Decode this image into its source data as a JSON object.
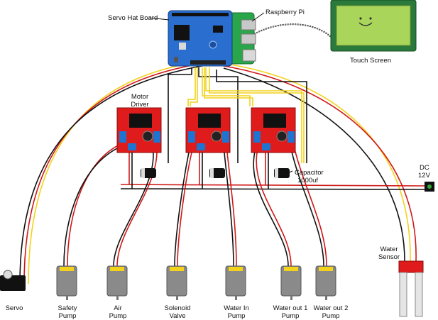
{
  "labels": {
    "servo_hat": "Servo Hat Board",
    "raspberry_pi": "Raspberry Pi",
    "touch_screen": "Touch Screen",
    "motor_driver_1": "Motor",
    "motor_driver_2": "Driver",
    "capacitor_1": "Capacitor",
    "capacitor_2": "1000uf",
    "dc_1": "DC",
    "dc_2": "12V",
    "water_sensor_1": "Water",
    "water_sensor_2": "Sensor",
    "servo": "Servo",
    "safety_pump_1": "Safety",
    "safety_pump_2": "Pump",
    "air_pump_1": "Air",
    "air_pump_2": "Pump",
    "solenoid_1": "Solenoid",
    "solenoid_2": "Valve",
    "water_in_1": "Water In",
    "water_in_2": "Pump",
    "water_out1_1": "Water out 1",
    "water_out1_2": "Pump",
    "water_out2_1": "Water out 2",
    "water_out2_2": "Pump"
  },
  "colors": {
    "wire_red": "#d01818",
    "wire_black": "#111111",
    "wire_yellow": "#f2d21a",
    "driver_board": "#e01b1b",
    "servo_hat_board": "#2a6fd0",
    "pi_board": "#2aa64a",
    "lcd_screen": "#a9d65a",
    "motor_body": "#8a8a8a"
  }
}
